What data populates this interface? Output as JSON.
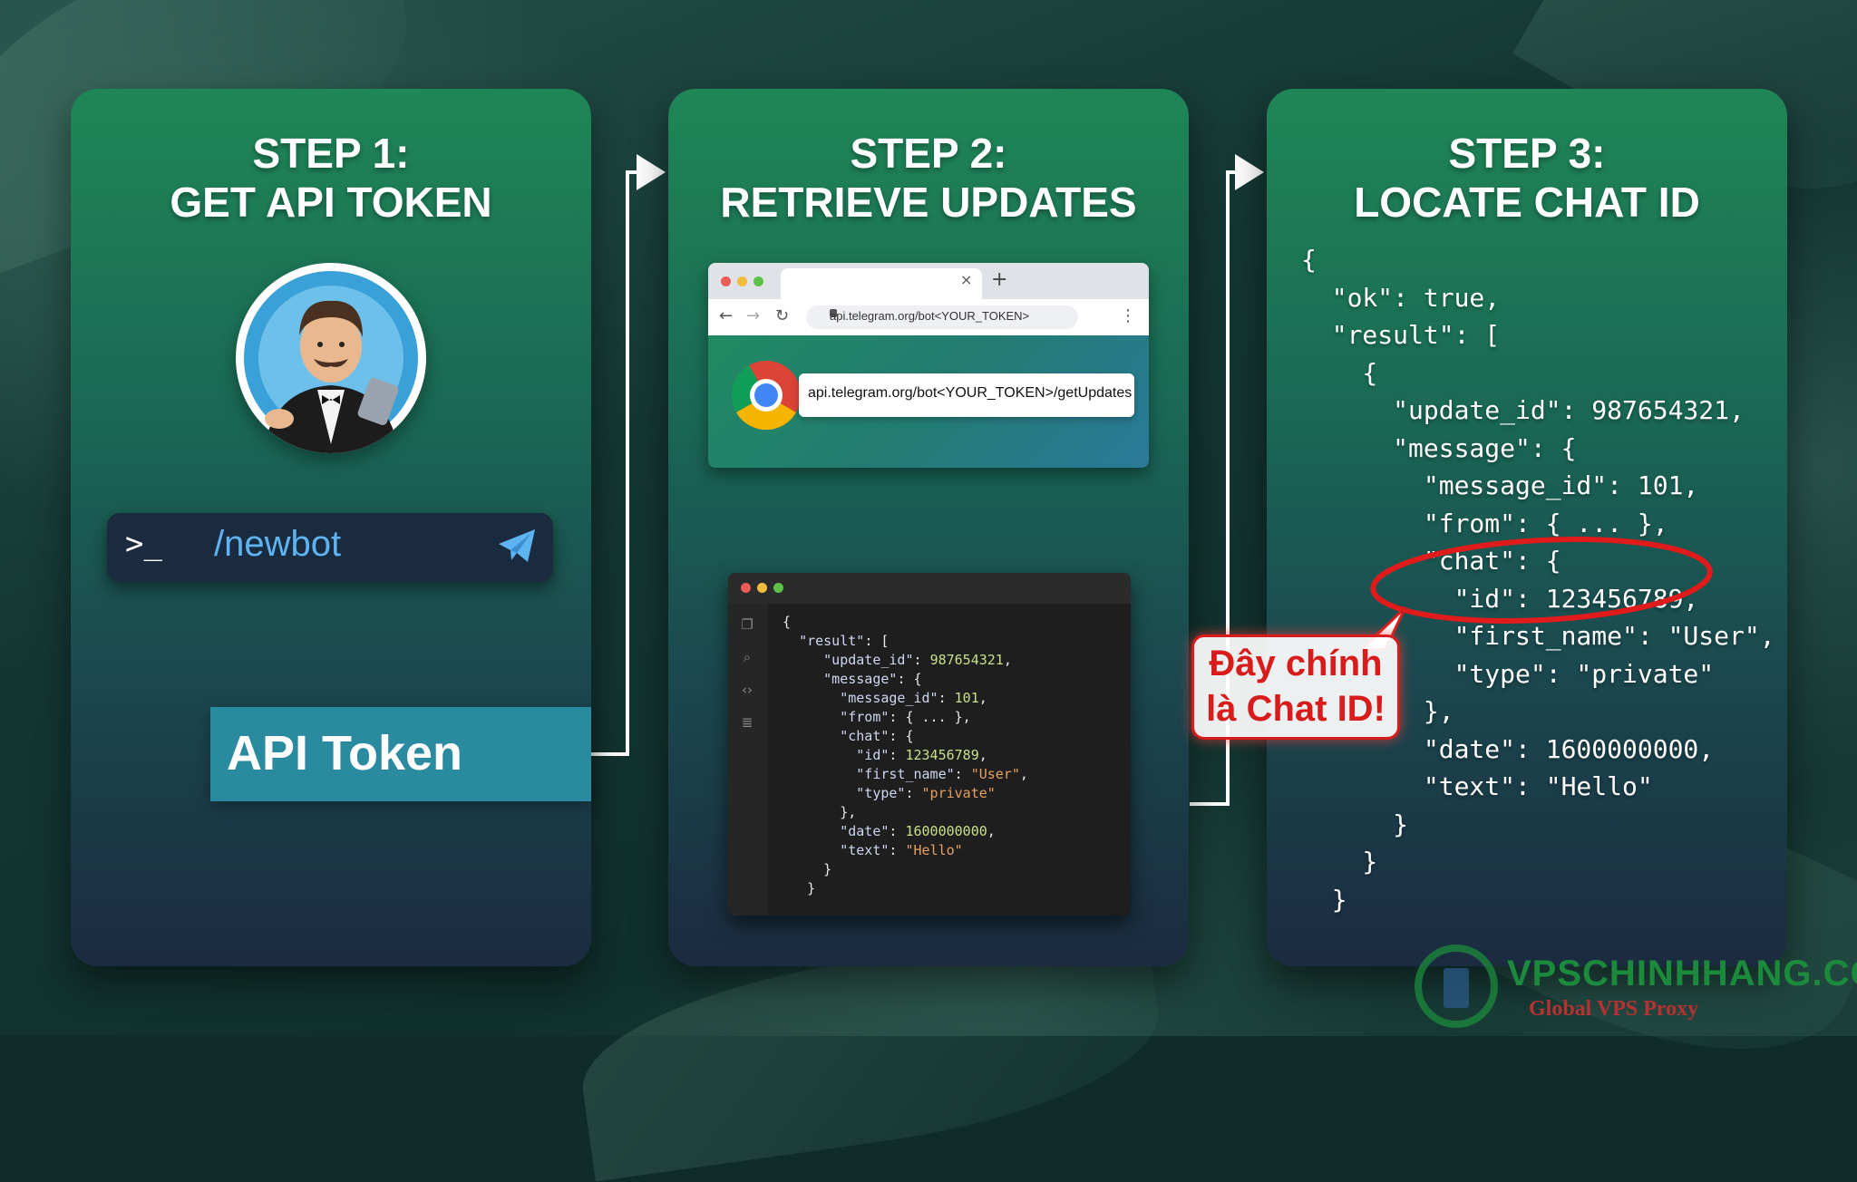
{
  "steps": [
    {
      "title_line1": "STEP 1:",
      "title_line2": "GET API TOKEN"
    },
    {
      "title_line1": "STEP 2:",
      "title_line2": "RETRIEVE UPDATES"
    },
    {
      "title_line1": "STEP 3:",
      "title_line2": "LOCATE CHAT ID"
    }
  ],
  "step1": {
    "command_prompt": ">_",
    "command": "/newbot",
    "token_label": "API Token",
    "icons": [
      "bot-avatar-icon",
      "telegram-plane-icon"
    ]
  },
  "step2": {
    "browser": {
      "tab_close": "×",
      "new_tab": "+",
      "url": "api.telegram.org/bot<YOUR_TOKEN>",
      "request_url": "api.telegram.org/bot<YOUR_TOKEN>/getUpdates"
    },
    "editor_lines": [
      [
        [
          "p",
          "{"
        ]
      ],
      [
        [
          "p",
          "  "
        ],
        [
          "k",
          "\"result\""
        ],
        [
          "p",
          ": ["
        ]
      ],
      [
        [
          "p",
          "     "
        ],
        [
          "k",
          "\"update_id\""
        ],
        [
          "p",
          ": "
        ],
        [
          "n",
          "987654321"
        ],
        [
          "p",
          ","
        ]
      ],
      [
        [
          "p",
          "     "
        ],
        [
          "k",
          "\"message\""
        ],
        [
          "p",
          ": {"
        ]
      ],
      [
        [
          "p",
          "       "
        ],
        [
          "k",
          "\"message_id\""
        ],
        [
          "p",
          ": "
        ],
        [
          "n",
          "101"
        ],
        [
          "p",
          ","
        ]
      ],
      [
        [
          "p",
          "       "
        ],
        [
          "k",
          "\"from\""
        ],
        [
          "p",
          ": { ... },"
        ]
      ],
      [
        [
          "p",
          "       "
        ],
        [
          "k",
          "\"chat\""
        ],
        [
          "p",
          ": {"
        ]
      ],
      [
        [
          "p",
          "         "
        ],
        [
          "k",
          "\"id\""
        ],
        [
          "p",
          ": "
        ],
        [
          "n",
          "123456789"
        ],
        [
          "p",
          ","
        ]
      ],
      [
        [
          "p",
          "         "
        ],
        [
          "k",
          "\"first_name\""
        ],
        [
          "p",
          ": "
        ],
        [
          "s",
          "\"User\""
        ],
        [
          "p",
          ","
        ]
      ],
      [
        [
          "p",
          "         "
        ],
        [
          "k",
          "\"type\""
        ],
        [
          "p",
          ": "
        ],
        [
          "s",
          "\"private\""
        ]
      ],
      [
        [
          "p",
          "       },"
        ]
      ],
      [
        [
          "p",
          "       "
        ],
        [
          "k",
          "\"date\""
        ],
        [
          "p",
          ": "
        ],
        [
          "n",
          "1600000000"
        ],
        [
          "p",
          ","
        ]
      ],
      [
        [
          "p",
          "       "
        ],
        [
          "k",
          "\"text\""
        ],
        [
          "p",
          ": "
        ],
        [
          "s",
          "\"Hello\""
        ]
      ],
      [
        [
          "p",
          "     }"
        ]
      ],
      [
        [
          "p",
          "   }"
        ]
      ]
    ]
  },
  "step3": {
    "json_lines": [
      "{",
      "  \"ok\": true,",
      "  \"result\": [",
      "    {",
      "      \"update_id\": 987654321,",
      "      \"message\": {",
      "        \"message_id\": 101,",
      "        \"from\": { ... },",
      "        \"chat\": {",
      "          \"id\": 123456789,",
      "          \"first_name\": \"User\",",
      "          \"type\": \"private\"",
      "        },",
      "        \"date\": 1600000000,",
      "        \"text\": \"Hello\"",
      "      }",
      "    }",
      "  }"
    ],
    "callout_line1": "Đây chính",
    "callout_line2": "là Chat ID!"
  },
  "watermark": {
    "name": "VPSCHINHHANG.COM",
    "tagline": "Global VPS Proxy"
  },
  "colors": {
    "accent_red": "#d81c1c",
    "telegram_blue": "#5db4f0",
    "token_teal": "#2a8aa0"
  }
}
